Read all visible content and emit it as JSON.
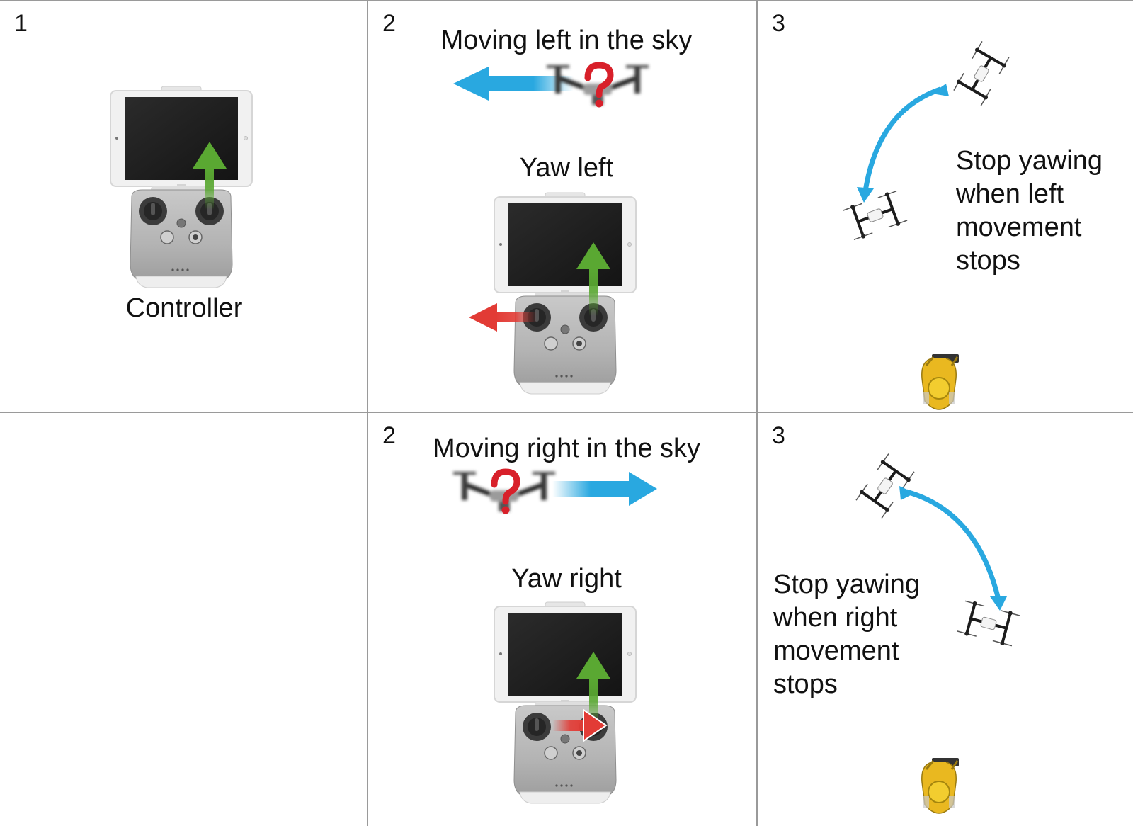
{
  "cells": {
    "r1c1": {
      "number": "1",
      "caption": "Controller"
    },
    "r1c2": {
      "number": "2",
      "sky_caption": "Moving left in the sky",
      "stick_caption": "Yaw left"
    },
    "r1c3": {
      "number": "3",
      "line1": "Stop yawing",
      "line2": "when left",
      "line3": "movement",
      "line4": "stops"
    },
    "r2c2": {
      "number": "2",
      "sky_caption": "Moving right in the sky",
      "stick_caption": "Yaw right"
    },
    "r2c3": {
      "number": "3",
      "line1": "Stop yawing",
      "line2": "when right",
      "line3": "movement",
      "line4": "stops"
    }
  },
  "colors": {
    "motion_arrow": "#29a8e0",
    "stick_up_arrow": "#5aa832",
    "stick_side_arrow": "#e23b35",
    "question_mark": "#d8202a",
    "grid_line": "#9a9a9a",
    "operator_vest": "#e9b820"
  },
  "icons": [
    "controller-with-tablet",
    "drone-front-view",
    "drone-top-view",
    "operator-top-view",
    "question-mark-icon"
  ]
}
